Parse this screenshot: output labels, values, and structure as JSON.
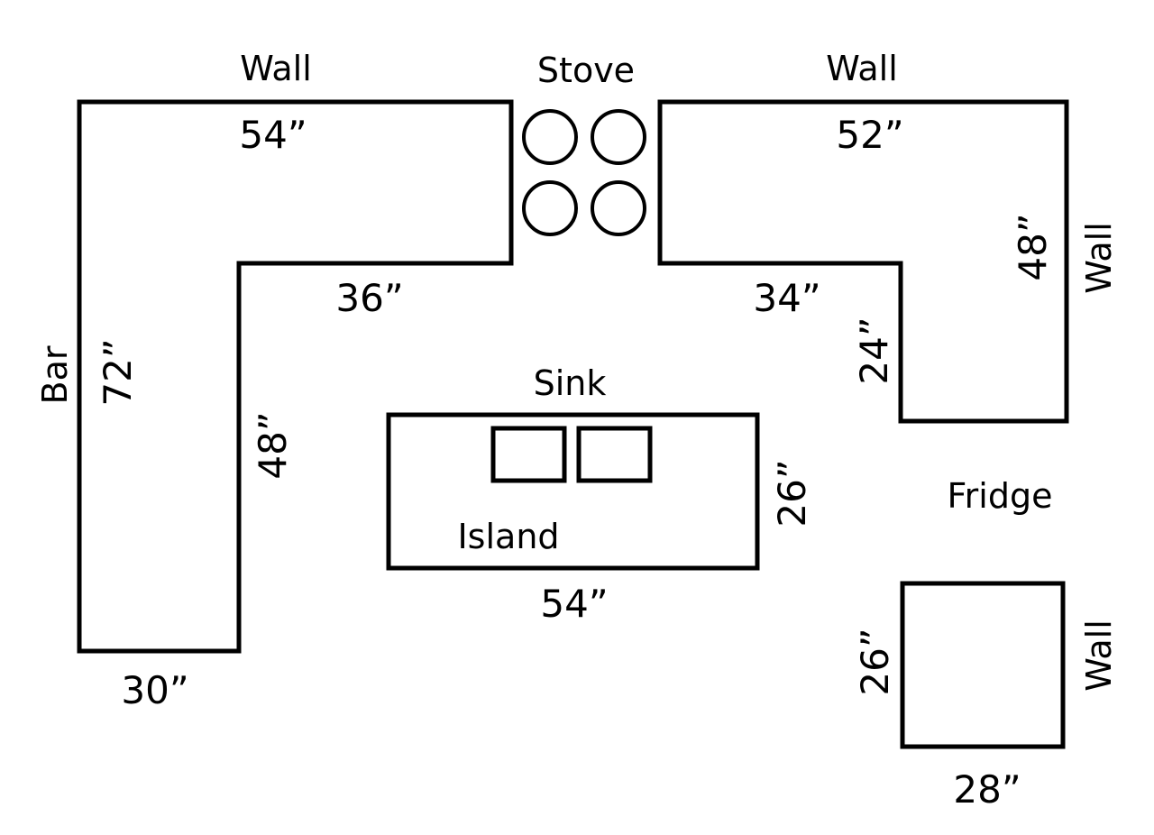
{
  "labels": {
    "wall_top_left": "Wall",
    "stove": "Stove",
    "wall_top_right": "Wall",
    "wall_right_upper": "Wall",
    "bar": "Bar",
    "sink": "Sink",
    "island": "Island",
    "fridge": "Fridge",
    "wall_right_lower": "Wall"
  },
  "dimensions": {
    "left_counter_top": "54”",
    "left_counter_inner_top": "36”",
    "left_counter_outer_side": "72”",
    "left_counter_inner_side": "48”",
    "left_counter_bottom": "30”",
    "right_counter_top": "52”",
    "right_counter_outer_side": "48”",
    "right_counter_inner_top": "34”",
    "right_counter_inner_side": "24”",
    "island_side": "26”",
    "island_bottom": "54”",
    "fridge_side": "26”",
    "fridge_bottom": "28”"
  },
  "colors": {
    "line": "#000000",
    "background": "#ffffff"
  }
}
